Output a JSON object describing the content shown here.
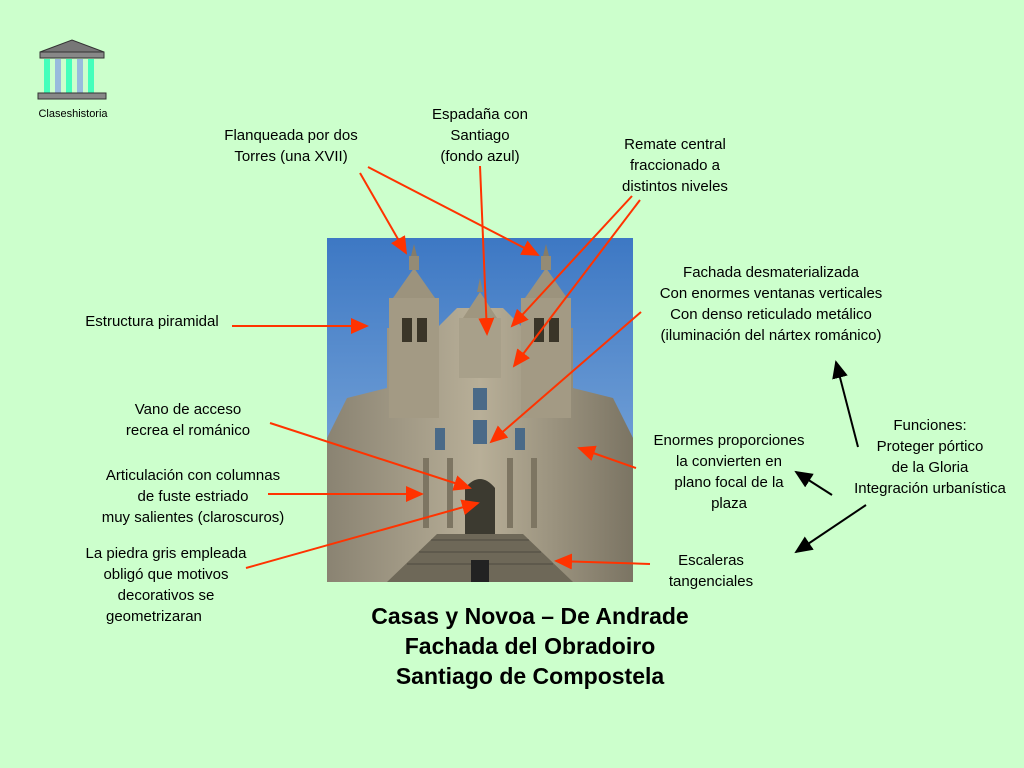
{
  "logo": {
    "caption": "Claseshistoria",
    "icon": "greek-temple-icon"
  },
  "photo": {
    "subject": "cathedral-facade-image"
  },
  "title": {
    "line1": "Casas  y Novoa – De Andrade",
    "line2": "Fachada del Obradoiro",
    "line3": "Santiago de Compostela"
  },
  "annotations": {
    "torres": [
      "Flanqueada por dos",
      "Torres (una XVII)"
    ],
    "espadana": [
      "Espadaña con",
      "Santiago",
      "(fondo azul)"
    ],
    "remate": [
      "Remate central",
      "fraccionado a",
      "distintos niveles"
    ],
    "fachada": [
      "Fachada desmaterializada",
      "Con enormes ventanas verticales",
      "Con denso reticulado metálico",
      "(iluminación del nártex románico)"
    ],
    "piramidal": [
      "Estructura piramidal"
    ],
    "vano": [
      "Vano de acceso",
      "recrea el románico"
    ],
    "articulacion": [
      "Articulación con columnas",
      "de fuste estriado",
      "muy salientes (claroscuros)"
    ],
    "piedra": [
      "La piedra gris empleada",
      "obligó que motivos",
      "decorativos se",
      "geometrizaran"
    ],
    "proporciones": [
      "Enormes proporciones",
      "la convierten en",
      "plano focal de la",
      "plaza"
    ],
    "funciones": [
      "Funciones:",
      "Proteger pórtico",
      "de la Gloria",
      "Integración urbanística"
    ],
    "escaleras": [
      "Escaleras",
      "tangenciales"
    ]
  },
  "colors": {
    "background": "#ccffcc",
    "arrow_red": "#ff3300",
    "arrow_black": "#000000"
  }
}
